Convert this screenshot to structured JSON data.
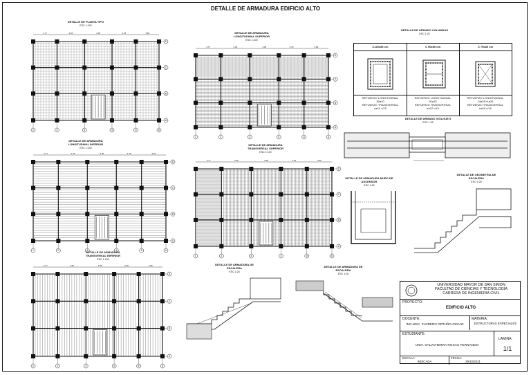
{
  "sheet": {
    "title": "DETALLE DE ARMADURA EDIFICIO ALTO"
  },
  "plans": [
    {
      "id": "plan-tipo",
      "title": "DETALLE DE PLANTA TIPO",
      "scale": "ESC 1:100"
    },
    {
      "id": "long-sup",
      "title": "DETALLE DE ARMADURA\nLONGITUDINAL SUPERIOR",
      "scale": "ESC 1:100"
    },
    {
      "id": "long-inf",
      "title": "DETALLE DE ARMADURA\nLONGITUDINAL INFERIOR",
      "scale": "ESC 1:100"
    },
    {
      "id": "trans-sup",
      "title": "DETALLE DE ARMADURA\nTRANSVERSAL SUPERIOR",
      "scale": "ESC 1:100"
    },
    {
      "id": "trans-inf",
      "title": "DETALLE DE ARMADURA\nTRANSVERSAL INFERIOR",
      "scale": "ESC 1:100"
    }
  ],
  "axes": {
    "cols": [
      "1",
      "2",
      "3",
      "4",
      "5",
      "6"
    ],
    "rows": [
      "A",
      "B",
      "C",
      "D"
    ],
    "spans": [
      "3.77",
      "4.35",
      "4.35",
      "3.78",
      "3.66"
    ]
  },
  "columns_detail": {
    "title": "DETALLE DE ARMADO COLUMNAS",
    "scale": "ESC 1:25",
    "items": [
      {
        "name": "C120x80 cm",
        "long": "REFUERZO LONGITUDINAL",
        "long_v": "36ø20",
        "trans": "REFUERZO TRANSVERSAL",
        "trans_v": "eø10 c/15"
      },
      {
        "name": "C 90x80 cm",
        "long": "REFUERZO LONGITUDINAL",
        "long_v": "30ø32",
        "trans": "REFUERZO TRANSVERSAL",
        "trans_v": "eø12 c/15"
      },
      {
        "name": "C 75x80 cm",
        "long": "REFUERZO LONGITUDINAL",
        "long_v": "24ø25+4ø25",
        "trans": "REFUERZO TRANSVERSAL",
        "trans_v": "eø16 c/16"
      }
    ]
  },
  "details": {
    "viga": {
      "title": "DETALLE DE ARMADO VIGA EJE 5",
      "scale": "ESC 1:25"
    },
    "muro": {
      "title": "DETALLE DE ARMADURA MURO DE\nASCENSOR",
      "scale": "ESC 1:25"
    },
    "geom": {
      "title": "DETALLE DE GEOMETRIA DE\nESCALERA",
      "scale": "ESC 1:25"
    },
    "esc1": {
      "title": "DETALLE DE ARMADURA DE\nESCALERA",
      "scale": "ESC 1:25"
    },
    "esc2": {
      "title": "DETALLE DE ARMADURA DE\nESCALERA",
      "scale": "ESC 1:25"
    }
  },
  "titleblock": {
    "university": [
      "UNIVERSIDAD MAYOR DE SAN SIMON",
      "FACULTAD DE CIENCIAS Y TECNOLOGIA",
      "CARRERA DE INGENIERIA CIVIL"
    ],
    "proyecto_label": "PROYECTO:",
    "proyecto": "EDIFICIO ALTO",
    "docente_label": "DOCENTE:",
    "docente": "ING.MSC. FLORERO ORTUÑO OSCAR",
    "materia_label": "MATERIA:",
    "materia": "ESTRUCTURAS ESPECIALES",
    "estudiante_label": "ESTUDIANTE:",
    "estudiante": "UNIV. SALVATIERRA ROSAS FERNANDO",
    "lamina_label": "LAMINA:",
    "lamina": "1/1",
    "escala_label": "ESCALA:",
    "escala": "INDICADA",
    "fecha_label": "FECHA:",
    "fecha": "29/10/2021"
  }
}
